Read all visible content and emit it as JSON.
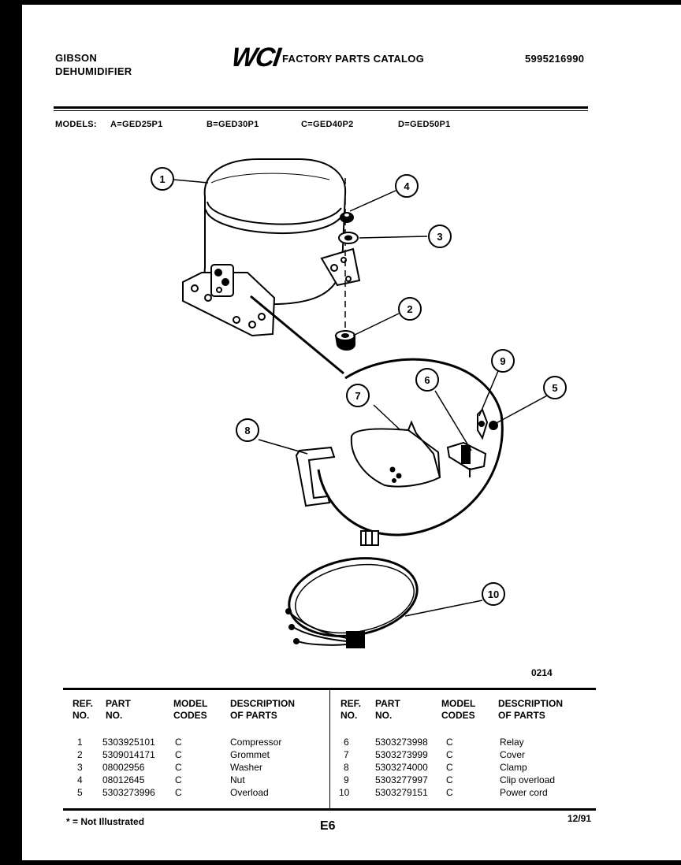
{
  "header": {
    "brand": "GIBSON",
    "product": "DEHUMIDIFIER",
    "logo_text": "WCI",
    "catalog_title": "FACTORY PARTS CATALOG",
    "catalog_number": "5995216990"
  },
  "models": {
    "label": "MODELS:",
    "a": "A=GED25P1",
    "b": "B=GED30P1",
    "c": "C=GED40P2",
    "d": "D=GED50P1"
  },
  "diagram": {
    "callouts": [
      "1",
      "2",
      "3",
      "4",
      "5",
      "6",
      "7",
      "8",
      "9",
      "10"
    ],
    "figure_number": "0214"
  },
  "table": {
    "headers": {
      "ref": [
        "REF.",
        "NO."
      ],
      "part": [
        "PART",
        "NO."
      ],
      "model": [
        "MODEL",
        "CODES"
      ],
      "desc": [
        "DESCRIPTION",
        "OF PARTS"
      ]
    },
    "left": [
      {
        "ref": "1",
        "part": "5303925101",
        "code": "C",
        "desc": "Compressor"
      },
      {
        "ref": "2",
        "part": "5309014171",
        "code": "C",
        "desc": "Grommet"
      },
      {
        "ref": "3",
        "part": "08002956",
        "code": "C",
        "desc": "Washer"
      },
      {
        "ref": "4",
        "part": "08012645",
        "code": "C",
        "desc": "Nut"
      },
      {
        "ref": "5",
        "part": "5303273996",
        "code": "C",
        "desc": "Overload"
      }
    ],
    "right": [
      {
        "ref": "6",
        "part": "5303273998",
        "code": "C",
        "desc": "Relay"
      },
      {
        "ref": "7",
        "part": "5303273999",
        "code": "C",
        "desc": "Cover"
      },
      {
        "ref": "8",
        "part": "5303274000",
        "code": "C",
        "desc": "Clamp"
      },
      {
        "ref": "9",
        "part": "5303277997",
        "code": "C",
        "desc": "Clip overload"
      },
      {
        "ref": "10",
        "part": "5303279151",
        "code": "C",
        "desc": "Power cord"
      }
    ]
  },
  "footer": {
    "note": "* = Not Illustrated",
    "page": "E6",
    "date": "12/91"
  }
}
